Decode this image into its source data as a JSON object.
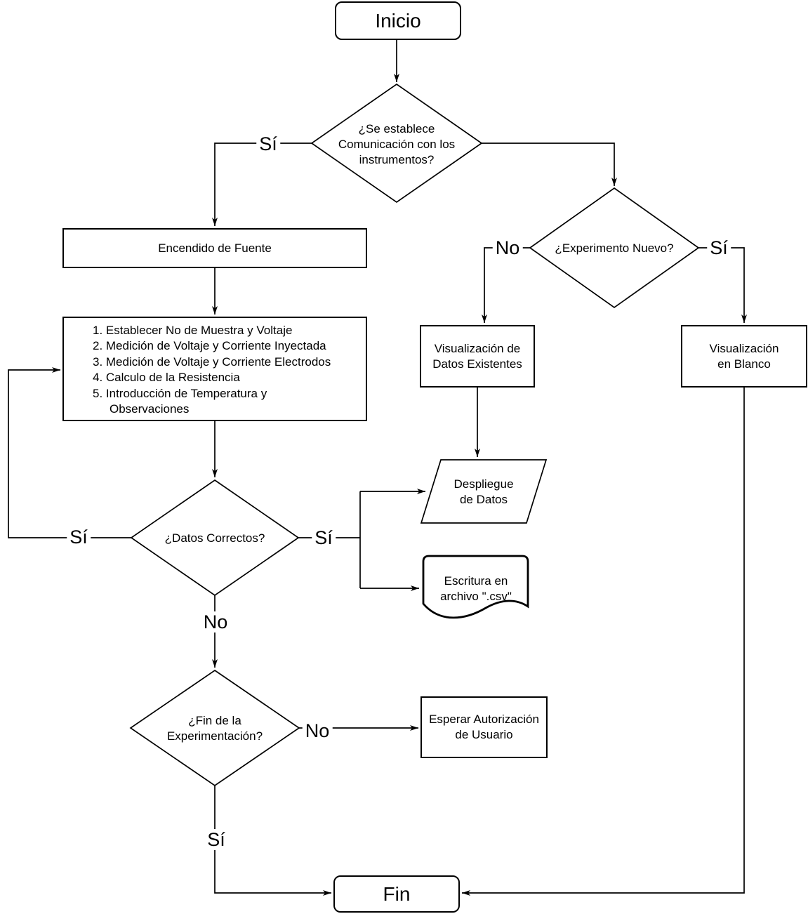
{
  "diagram": {
    "title": "Flujo de experimento (diagrama de flujo)",
    "colors": {
      "stroke": "#000000",
      "background": "#ffffff",
      "text": "#000000"
    },
    "nodes": {
      "inicio": {
        "type": "start",
        "label": "Inicio"
      },
      "comunicacion": {
        "type": "decision",
        "label": "¿Se establece\nComunicación con los\ninstrumentos?"
      },
      "encendido": {
        "type": "process",
        "label": "Encendido de Fuente"
      },
      "medicion": {
        "type": "process",
        "items": [
          "1. Establecer No de Muestra y Voltaje",
          "2. Medición de Voltaje y Corriente Inyectada",
          "3. Medición de Voltaje y Corriente Electrodos",
          "4. Calculo de la Resistencia",
          "5. Introducción de Temperatura y\nObservaciones"
        ]
      },
      "experimento_nuevo": {
        "type": "decision",
        "label": "¿Experimento Nuevo?"
      },
      "vis_datos": {
        "type": "process",
        "label": "Visualización de\nDatos Existentes"
      },
      "vis_blanco": {
        "type": "process",
        "label": "Visualización\nen Blanco"
      },
      "datos_correctos": {
        "type": "decision",
        "label": "¿Datos Correctos?"
      },
      "despliegue": {
        "type": "input-output",
        "label": "Despliegue\nde Datos"
      },
      "escritura": {
        "type": "document",
        "label": "Escritura en\narchivo \".csv\""
      },
      "fin_experimentacion": {
        "type": "decision",
        "label": "¿Fin de la\nExperimentación?"
      },
      "esperar": {
        "type": "process",
        "label": "Esperar Autorización\nde Usuario"
      },
      "fin": {
        "type": "end",
        "label": "Fin"
      }
    },
    "edge_labels": {
      "comunicacion_si": "Sí",
      "experimento_no": "No",
      "experimento_si": "Sí",
      "datos_si_loop": "Sí",
      "datos_si_out": "Sí",
      "datos_no": "No",
      "fin_exp_no": "No",
      "fin_exp_si": "Sí"
    }
  }
}
